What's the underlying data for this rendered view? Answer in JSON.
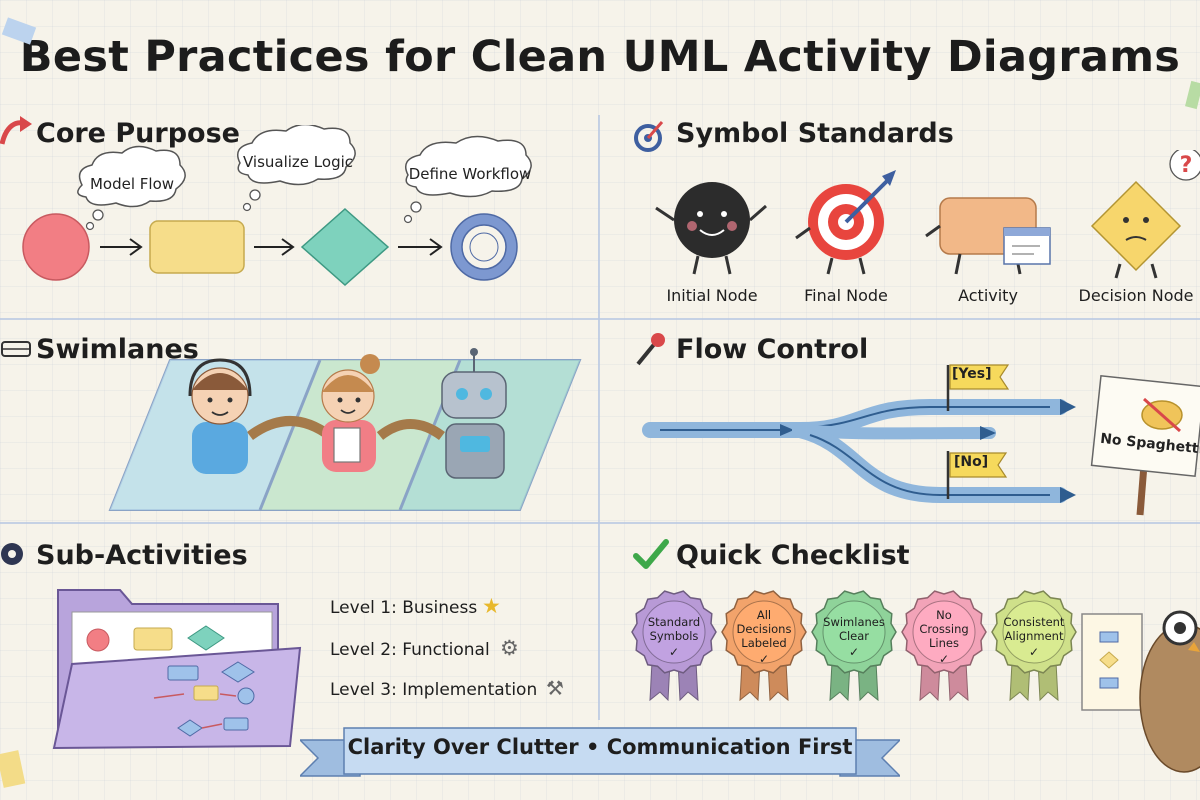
{
  "title": "Best Practices for Clean UML Activity Diagrams",
  "sections": {
    "core_purpose": {
      "title": "Core Purpose",
      "bubbles": [
        "Model Flow",
        "Visualize Logic",
        "Define Workflow"
      ]
    },
    "symbol_standards": {
      "title": "Symbol Standards",
      "symbols": [
        "Initial Node",
        "Final Node",
        "Activity",
        "Decision Node"
      ]
    },
    "swimlanes": {
      "title": "Swimlanes"
    },
    "flow_control": {
      "title": "Flow Control",
      "yes_flag": "[Yes]",
      "no_flag": "[No]",
      "sign": "No Spaghetti"
    },
    "sub_activities": {
      "title": "Sub-Activities",
      "levels": [
        "Level 1: Business",
        "Level 2: Functional",
        "Level 3: Implementation"
      ]
    },
    "checklist": {
      "title": "Quick Checklist",
      "badges": [
        {
          "line1": "Standard",
          "line2": "Symbols",
          "line3": "",
          "color": "#b89ad6"
        },
        {
          "line1": "All",
          "line2": "Decisions",
          "line3": "Labeled",
          "color": "#f2a36b"
        },
        {
          "line1": "Swimlanes",
          "line2": "Clear",
          "line3": "",
          "color": "#8fd39a"
        },
        {
          "line1": "No",
          "line2": "Crossing",
          "line3": "Lines",
          "color": "#f2a3b8"
        },
        {
          "line1": "Consistent",
          "line2": "Alignment",
          "line3": "",
          "color": "#cfe08a"
        }
      ]
    }
  },
  "footer": "Clarity Over Clutter • Communication First"
}
